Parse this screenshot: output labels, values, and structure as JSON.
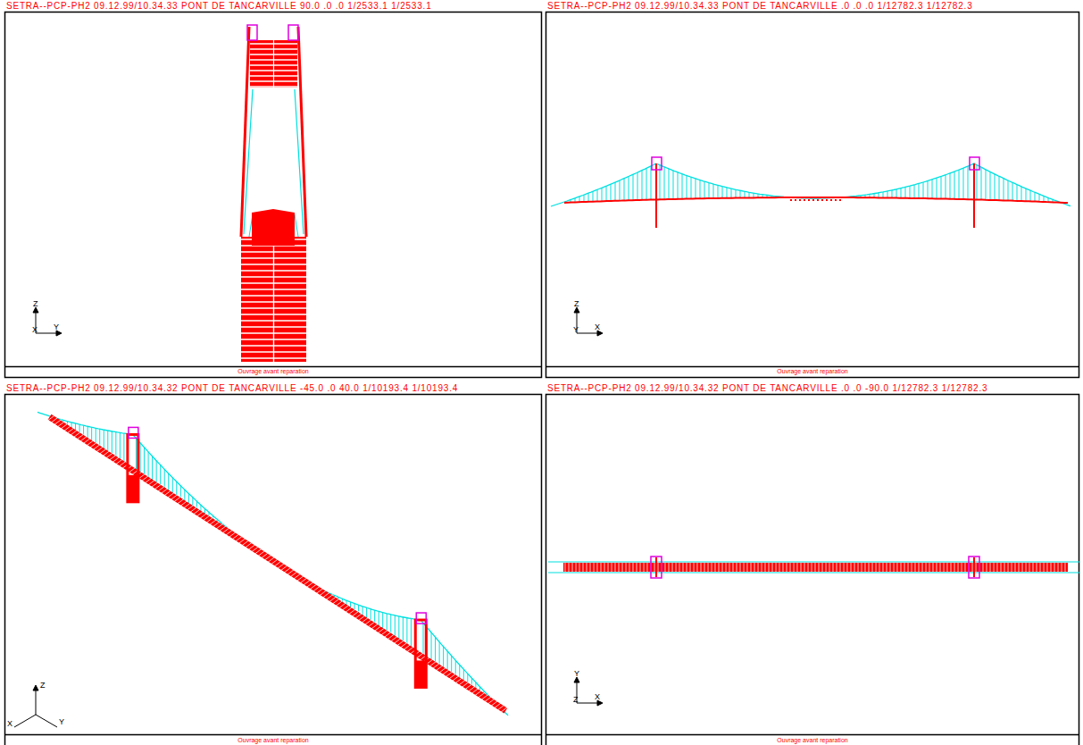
{
  "diagram": {
    "labels": [
      "SETRA--PCP-PH2 09.12.99/10.34.33 PONT DE TANCARVILLE 90.0 .0 .0 1/2533.1 1/2533.1",
      "Ouvrage avant reparation",
      "Z",
      "X",
      "Y",
      "SETRA--PCP-PH2 09.12.99/10.34.33 PONT DE TANCARVILLE .0 .0 .0 1/12782.3 1/12782.3",
      "Ouvrage avant reparation",
      "Z",
      "Y",
      "X",
      "SETRA--PCP-PH2 09.12.99/10.34.32 PONT DE TANCARVILLE -45.0 .0 40.0 1/10193.4 1/10193.4",
      "Ouvrage avant reparation",
      "Z",
      "X",
      "Y",
      "SETRA--PCP-PH2 09.12.99/10.34.32 PONT DE TANCARVILLE .0 .0 -90.0 1/12782.3 1/12782.3",
      "Ouvrage avant reparation",
      "Y",
      "Z",
      "X"
    ]
  }
}
